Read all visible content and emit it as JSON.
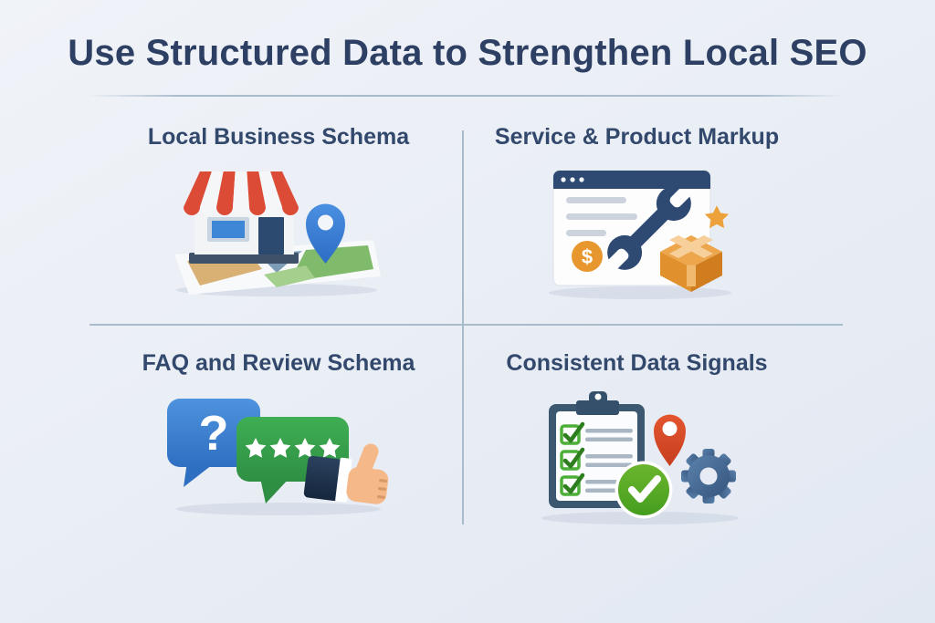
{
  "title": "Use Structured Data to Strengthen Local SEO",
  "quadrants": [
    {
      "id": "local-business-schema",
      "title": "Local Business Schema",
      "icon": "storefront-on-map-with-pin-icon"
    },
    {
      "id": "service-product-markup",
      "title": "Service & Product Markup",
      "icon": "browser-wrench-package-star-icon",
      "coin_glyph": "$"
    },
    {
      "id": "faq-review-schema",
      "title": "FAQ and Review Schema",
      "icon": "question-bubble-star-rating-thumbs-up-icon",
      "question_glyph": "?",
      "star_rating_count": 4
    },
    {
      "id": "consistent-data-signals",
      "title": "Consistent Data Signals",
      "icon": "checklist-location-gear-checkmark-icon",
      "checklist_item_count": 3
    }
  ],
  "colors": {
    "background_top": "#f0f3f8",
    "background_bottom": "#e2e8f2",
    "title_text": "#2d3f63",
    "heading_text": "#32486c",
    "divider": "#a9bccb",
    "awning_red": "#dc4b36",
    "window_blue": "#3d87d6",
    "navy": "#2e4a73",
    "map_pin_blue": "#3c82d8",
    "coin_orange": "#e8962e",
    "package_orange": "#e0912d",
    "star_orange": "#eda13b",
    "bubble_blue": "#3f85d2",
    "bubble_green": "#37a34c",
    "success_green": "#4ca62c",
    "alert_red": "#dd4c2a",
    "gear_steel_blue": "#46688f",
    "hand_skin": "#f5b888",
    "clipboard_slate": "#3c5770",
    "text_line_gray": "#ccd3dd"
  }
}
